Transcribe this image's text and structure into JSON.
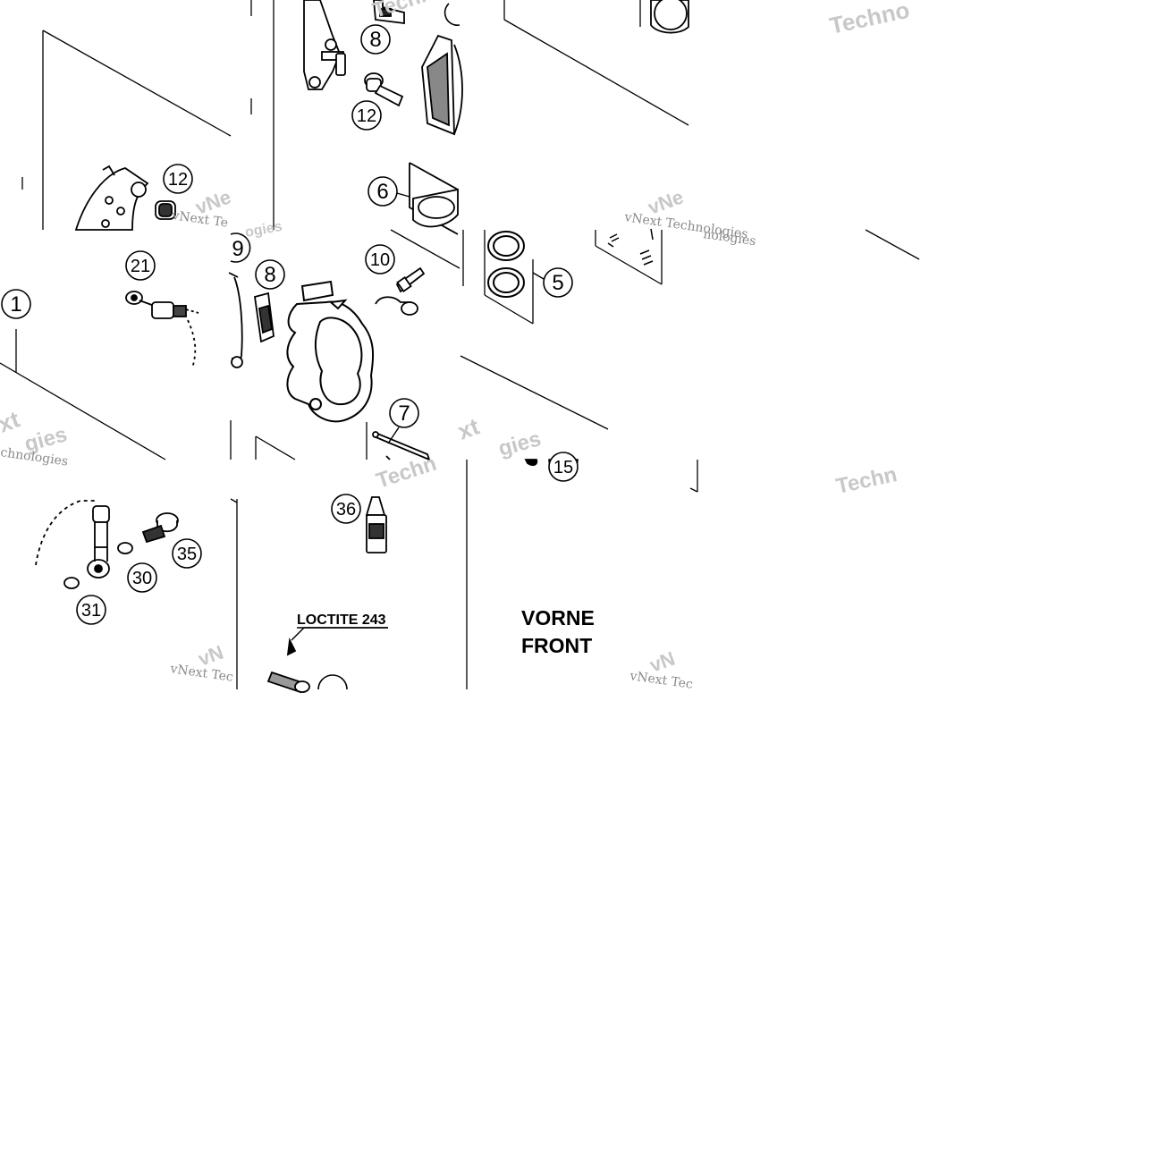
{
  "callouts": {
    "c1": "1",
    "c5": "5",
    "c6": "6",
    "c7": "7",
    "c8a": "8",
    "c8b": "8",
    "c9": "9",
    "c10": "10",
    "c12a": "12",
    "c12b": "12",
    "c15": "15",
    "c21": "21",
    "c30": "30",
    "c31": "31",
    "c35": "35",
    "c36": "36"
  },
  "labels": {
    "loctite": "LOCTITE 243",
    "vorne": "VORNE",
    "front": "FRONT"
  },
  "watermarks": {
    "vnext": "vNext Technologies",
    "vnext_short": "vNext Te",
    "vnext_short2": "vNext Tec",
    "techno": "Techno",
    "techn": "Techn",
    "xt": "xt",
    "vn": "vN",
    "ne": "vNe",
    "hnologies": "hnologies",
    "gies": "gies",
    "ogies": "ogies",
    "nologies": "nologies",
    "chnologies": "chnologies"
  }
}
